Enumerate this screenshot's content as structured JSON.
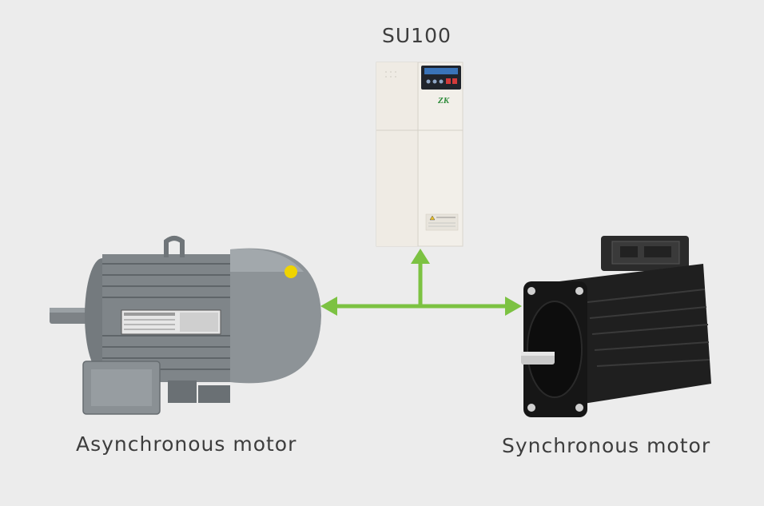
{
  "drive": {
    "title": "SU100",
    "logo": "ZK"
  },
  "motors": {
    "async_label": "Asynchronous motor",
    "sync_label": "Synchronous motor"
  },
  "colors": {
    "background": "#ececec",
    "arrow": "#7cc242",
    "drive_body": "#efece6",
    "async_motor": "#8a8f93",
    "sync_motor": "#1c1c1c",
    "logo": "#2e8b3a",
    "label": "#3d3d3d"
  }
}
